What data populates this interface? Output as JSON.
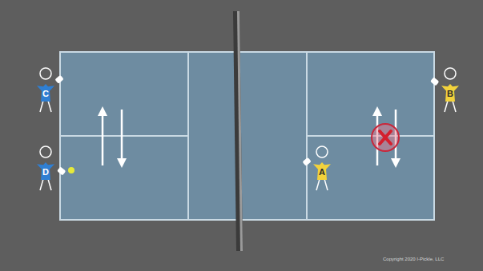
{
  "diagram": {
    "nodes": [
      {
        "text": [
          "C"
        ]
      },
      {
        "text": [
          "D"
        ]
      },
      {
        "text": [
          "A"
        ]
      },
      {
        "text": [
          "B"
        ]
      }
    ],
    "labels": [
      "Copyright 2020 I-Pickle, LLC"
    ]
  }
}
